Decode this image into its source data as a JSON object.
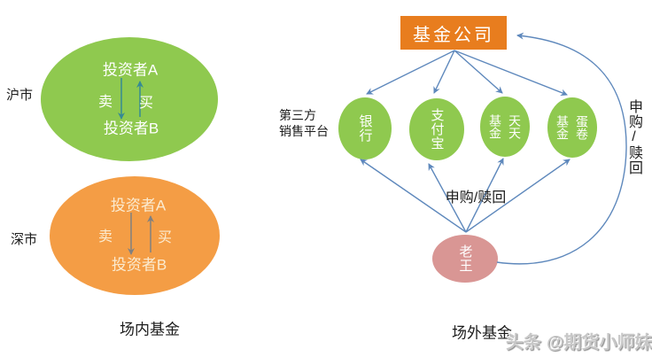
{
  "left": {
    "shanghai": {
      "market": "沪市",
      "investor_a": "投资者A",
      "sell": "卖",
      "buy": "买",
      "investor_b": "投资者B"
    },
    "shenzhen": {
      "market": "深市",
      "investor_a": "投资者A",
      "sell": "卖",
      "buy": "买",
      "investor_b": "投资者B"
    },
    "caption": "场内基金"
  },
  "right": {
    "fund_company": "基金公司",
    "platform_label": {
      "line1": "第三方",
      "line2": "销售平台"
    },
    "platforms": [
      {
        "name": "银行",
        "text": "银行"
      },
      {
        "name": "支付宝",
        "text": "支付宝"
      },
      {
        "name": "天天基金",
        "col1": "基金",
        "col2": "天天"
      },
      {
        "name": "蛋卷基金",
        "col1": "基金",
        "col2": "蛋卷"
      }
    ],
    "subscribe_redeem_center": "申购/赎回",
    "subscribe_redeem_right": "申购/赎回",
    "investor": "老王",
    "caption": "场外基金"
  },
  "watermark": {
    "prefix": "头条",
    "handle": "@期货小师妹"
  },
  "colors": {
    "green_ellipse": "#8FC94F",
    "orange_ellipse": "#F49D45",
    "fund_company_box": "#E87D1E",
    "investor_pink": "#D99694",
    "arrow_blue": "#5E88BC",
    "arrow_teal": "#368A94",
    "arrow_gray": "#808080",
    "orange_text_cream": "#FBEBD0"
  }
}
